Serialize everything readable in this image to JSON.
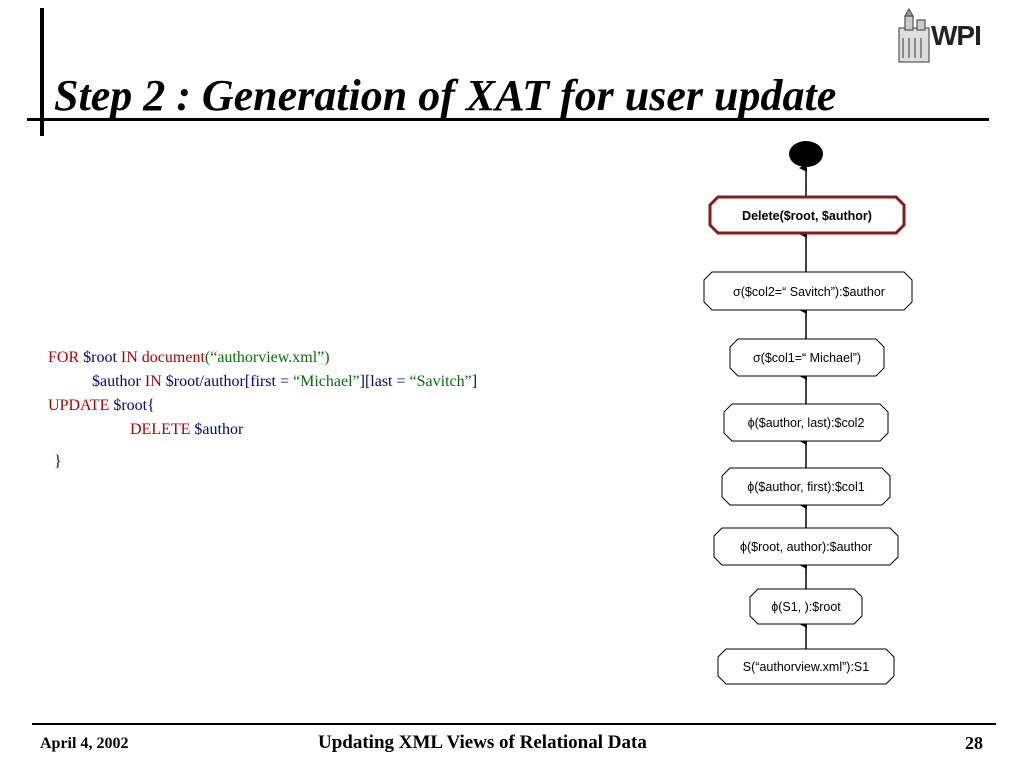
{
  "slide": {
    "title": "Step 2 : Generation of XAT for user update",
    "logo_text": "WPI"
  },
  "code": {
    "line1": {
      "kw1": "FOR ",
      "var1": "$root ",
      "kw2": "IN ",
      "fn": "document",
      "str": "(“authorview.xml”)"
    },
    "line2": {
      "var1": "$author ",
      "kw1": "IN ",
      "var2": "$root/author[first = ",
      "str1": "“Michael”",
      "var3": "][last = ",
      "str2": "“Savitch”",
      "var4": "]"
    },
    "line3": {
      "kw1": "UPDATE ",
      "var1": "$root{"
    },
    "line4": {
      "kw1": "DELETE ",
      "var1": "$author"
    },
    "line5": {
      "brace": "}"
    }
  },
  "xat": {
    "nodes": [
      {
        "id": "delete",
        "prefix": "",
        "label": "Delete($root, $author)"
      },
      {
        "id": "select2",
        "prefix": "σ",
        "label": "($col2=“ Savitch”):$author"
      },
      {
        "id": "select1",
        "prefix": "σ",
        "label": "($col1=“ Michael”)"
      },
      {
        "id": "nav-last",
        "prefix": "ϕ",
        "label": "($author, last):$col2"
      },
      {
        "id": "nav-first",
        "prefix": "ϕ",
        "label": "($author, first):$col1"
      },
      {
        "id": "nav-author",
        "prefix": "ϕ",
        "label": "($root, author):$author"
      },
      {
        "id": "nav-root",
        "prefix": "ϕ",
        "label": "(S1, ):$root"
      },
      {
        "id": "source",
        "prefix": "",
        "label": "S(“authorview.xml”):S1"
      }
    ],
    "root_color": "#000000",
    "delete_border_color": "#8b1a1a"
  },
  "footer": {
    "date": "April 4, 2002",
    "title": "Updating XML Views of Relational Data",
    "page": "28"
  }
}
